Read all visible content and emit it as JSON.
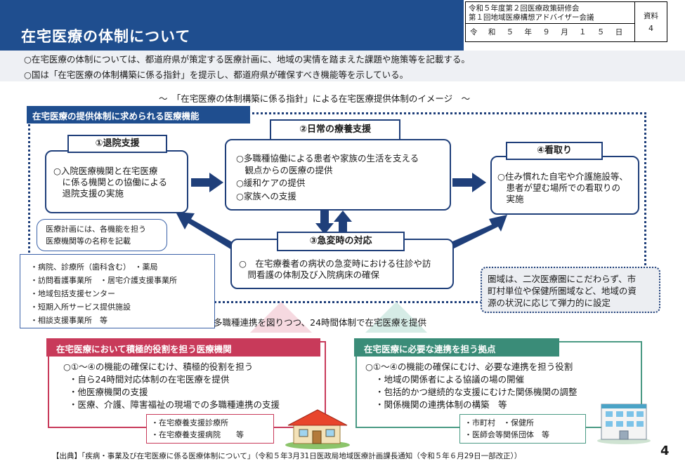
{
  "header": {
    "title": "在宅医療の体制について",
    "meeting_line1": "令和５年度第２回医療政策研修会",
    "meeting_line2": "第１回地域医療構想アドバイザー会議",
    "date": "令 和 ５ 年 ９ 月 １ ５ 日",
    "shiryo_label": "資料",
    "shiryo_num": "4"
  },
  "intro": [
    "○在宅医療の体制については、都道府県が策定する医療計画に、地域の実情を踏まえた課題や施策等を記載する。",
    "○国は「在宅医療の体制構築に係る指針」を提示し、都道府県が確保すべき機能等を示している。"
  ],
  "diagram": {
    "subtitle": "～　「在宅医療の体制構築に係る指針」による在宅医療提供体制のイメージ　～",
    "functions_label": "在宅医療の提供体制に求められる医療機能",
    "f1": {
      "title": "①退院支援",
      "lines": [
        "○入院医療機関と在宅医療",
        "　に係る機関との協働による",
        "　退院支援の実施"
      ]
    },
    "f2": {
      "title": "②日常の療養支援",
      "lines": [
        "○多職種協働による患者や家族の生活を支える",
        "　観点からの医療の提供",
        "○緩和ケアの提供",
        "○家族への支援"
      ]
    },
    "f3": {
      "title": "③急変時の対応",
      "lines": [
        "○　在宅療養者の病状の急変時における往診や訪",
        "　問看護の体制及び入院病床の確保"
      ]
    },
    "f4": {
      "title": "④看取り",
      "lines": [
        "○住み慣れた自宅や介護施設等、",
        "　患者が望む場所での看取りの",
        "　実施"
      ]
    },
    "plan_note": [
      "医療計画には、各機能を担う",
      "医療機関等の名称を記載"
    ],
    "institutions": [
      "・病院、診療所（歯科含む）　・薬局",
      "・訪問看護事業所　・居宅介護支援事業所",
      "・地域包括支援センター",
      "・短期入所サービス提供施設",
      "・相談支援事業所　等"
    ],
    "area_note": [
      "圏域は、二次医療圏にこだわらず、市",
      "町村単位や保健所圏域など、地域の資",
      "源の状況に応じて弾力的に設定"
    ],
    "collaboration": "多職種連携を図りつつ、24時間体制で在宅医療を提供"
  },
  "roles": {
    "active_label": "在宅医療において積極的役割を担う医療機関",
    "active_lines": [
      "○①～④の機能の確保にむけ、積極的役割を担う",
      "・自ら24時間対応体制の在宅医療を提供",
      "・他医療機関の支援",
      "・医療、介護、障害福祉の現場での多職種連携の支援"
    ],
    "active_examples": [
      "・在宅療養支援診療所",
      "・在宅療養支援病院　　等"
    ],
    "hub_label": "在宅医療に必要な連携を担う拠点",
    "hub_lines": [
      "○①～④の機能の確保にむけ、必要な連携を担う役割",
      "・地域の関係者による協議の場の開催",
      "・包括的かつ継続的な支援にむけた関係機関の調整",
      "・関係機関の連携体制の構築　等"
    ],
    "hub_examples": [
      "・市町村　・保健所",
      "・医師会等関係団体　等"
    ]
  },
  "footer": {
    "source": "【出典】「疾病・事業及び在宅医療に係る医療体制について」（令和５年3月31日医政局地域医療計画課長通知（令和５年６月29日一部改正））",
    "page": "4"
  },
  "colors": {
    "navy": "#1f4e8f",
    "red": "#c83a5a",
    "green": "#3a8c78"
  }
}
